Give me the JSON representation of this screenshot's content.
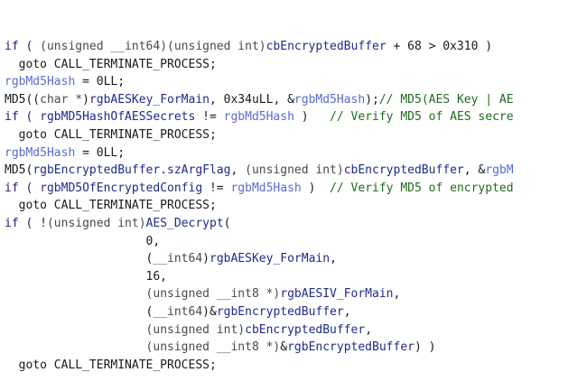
{
  "colors": {
    "background": "#ffffff",
    "keyword": "#1f1f7a",
    "plain": "#1a1a1a",
    "type": "#4a4a4a",
    "identifier": "#1f2a8c",
    "local_variable": "#5a6ccc",
    "comment": "#1f6b1f"
  },
  "code": {
    "lines": [
      [
        {
          "t": "if ( ",
          "c": "kw"
        },
        {
          "t": "(unsigned __int64)(unsigned int)",
          "c": "type"
        },
        {
          "t": "cbEncryptedBuffer",
          "c": "id"
        },
        {
          "t": " + 68 > 0x310 )",
          "c": "plain"
        }
      ],
      [
        {
          "t": "  goto CALL_TERMINATE_PROCESS;",
          "c": "plain"
        }
      ],
      [
        {
          "t": "rgbMd5Hash",
          "c": "var"
        },
        {
          "t": " = 0LL;",
          "c": "plain"
        }
      ],
      [
        {
          "t": "MD5((",
          "c": "plain"
        },
        {
          "t": "char *",
          "c": "type"
        },
        {
          "t": ")",
          "c": "plain"
        },
        {
          "t": "rgbAESKey_ForMain",
          "c": "id"
        },
        {
          "t": ", 0x34uLL, &",
          "c": "plain"
        },
        {
          "t": "rgbMd5Hash",
          "c": "var"
        },
        {
          "t": ");",
          "c": "plain"
        },
        {
          "t": "// MD5(AES Key | AE",
          "c": "cmt"
        }
      ],
      [
        {
          "t": "if ( ",
          "c": "kw"
        },
        {
          "t": "rgbMD5HashOfAESSecrets",
          "c": "id"
        },
        {
          "t": " != ",
          "c": "plain"
        },
        {
          "t": "rgbMd5Hash",
          "c": "var"
        },
        {
          "t": " )   ",
          "c": "plain"
        },
        {
          "t": "// Verify MD5 of AES secre",
          "c": "cmt"
        }
      ],
      [
        {
          "t": "  goto CALL_TERMINATE_PROCESS;",
          "c": "plain"
        }
      ],
      [
        {
          "t": "rgbMd5Hash",
          "c": "var"
        },
        {
          "t": " = 0LL;",
          "c": "plain"
        }
      ],
      [
        {
          "t": "MD5(",
          "c": "plain"
        },
        {
          "t": "rgbEncryptedBuffer.szArgFlag",
          "c": "id"
        },
        {
          "t": ", ",
          "c": "plain"
        },
        {
          "t": "(unsigned int)",
          "c": "type"
        },
        {
          "t": "cbEncryptedBuffer",
          "c": "id"
        },
        {
          "t": ", &",
          "c": "plain"
        },
        {
          "t": "rgbM",
          "c": "var"
        }
      ],
      [
        {
          "t": "if ( ",
          "c": "kw"
        },
        {
          "t": "rgbMD5OfEncryptedConfig",
          "c": "id"
        },
        {
          "t": " != ",
          "c": "plain"
        },
        {
          "t": "rgbMd5Hash",
          "c": "var"
        },
        {
          "t": " )  ",
          "c": "plain"
        },
        {
          "t": "// Verify MD5 of encrypted",
          "c": "cmt"
        }
      ],
      [
        {
          "t": "  goto CALL_TERMINATE_PROCESS;",
          "c": "plain"
        }
      ],
      [
        {
          "t": "if ( !",
          "c": "kw"
        },
        {
          "t": "(unsigned int)",
          "c": "type"
        },
        {
          "t": "AES_Decrypt",
          "c": "id"
        },
        {
          "t": "(",
          "c": "plain"
        }
      ],
      [
        {
          "t": "                    0,",
          "c": "plain"
        }
      ],
      [
        {
          "t": "                    (",
          "c": "plain"
        },
        {
          "t": "__int64",
          "c": "type"
        },
        {
          "t": ")",
          "c": "plain"
        },
        {
          "t": "rgbAESKey_ForMain",
          "c": "id"
        },
        {
          "t": ",",
          "c": "plain"
        }
      ],
      [
        {
          "t": "                    16,",
          "c": "plain"
        }
      ],
      [
        {
          "t": "                    ",
          "c": "plain"
        },
        {
          "t": "(unsigned __int8 *)",
          "c": "type"
        },
        {
          "t": "rgbAESIV_ForMain",
          "c": "id"
        },
        {
          "t": ",",
          "c": "plain"
        }
      ],
      [
        {
          "t": "                    (",
          "c": "plain"
        },
        {
          "t": "__int64",
          "c": "type"
        },
        {
          "t": ")&",
          "c": "plain"
        },
        {
          "t": "rgbEncryptedBuffer",
          "c": "id"
        },
        {
          "t": ",",
          "c": "plain"
        }
      ],
      [
        {
          "t": "                    ",
          "c": "plain"
        },
        {
          "t": "(unsigned int)",
          "c": "type"
        },
        {
          "t": "cbEncryptedBuffer",
          "c": "id"
        },
        {
          "t": ",",
          "c": "plain"
        }
      ],
      [
        {
          "t": "                    ",
          "c": "plain"
        },
        {
          "t": "(unsigned __int8 *)",
          "c": "type"
        },
        {
          "t": "&",
          "c": "plain"
        },
        {
          "t": "rgbEncryptedBuffer",
          "c": "id"
        },
        {
          "t": ") )",
          "c": "plain"
        }
      ],
      [
        {
          "t": "  goto CALL_TERMINATE_PROCESS;",
          "c": "plain"
        }
      ]
    ]
  }
}
